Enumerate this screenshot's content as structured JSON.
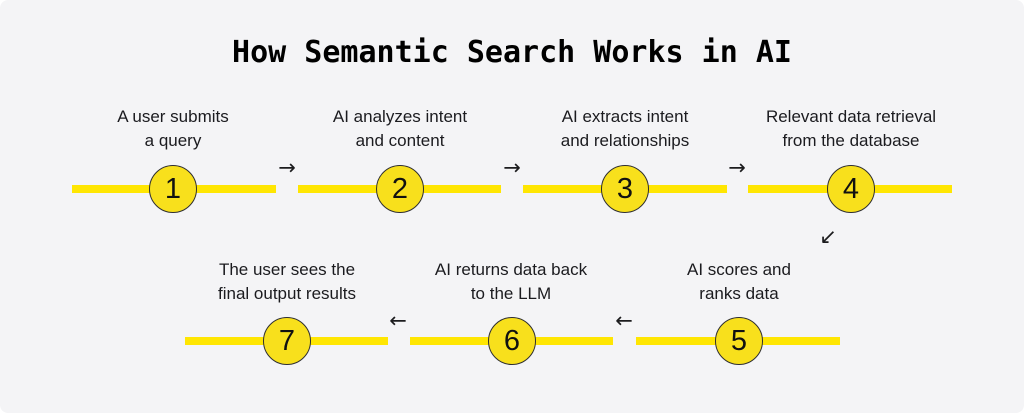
{
  "title": "How Semantic Search Works in AI",
  "colors": {
    "background": "#f4f4f6",
    "line_yellow": "#ffe602",
    "circle_yellow": "#f8e01c",
    "circle_border": "#2e2e30",
    "text": "#1b1b1f",
    "title_text": "#000000"
  },
  "steps": [
    {
      "number": "1",
      "label_line1": "A user submits",
      "label_line2": "a query"
    },
    {
      "number": "2",
      "label_line1": "AI analyzes intent",
      "label_line2": "and content"
    },
    {
      "number": "3",
      "label_line1": "AI extracts intent",
      "label_line2": "and relationships"
    },
    {
      "number": "4",
      "label_line1": "Relevant data retrieval",
      "label_line2": "from the database"
    },
    {
      "number": "5",
      "label_line1": "AI scores and",
      "label_line2": "ranks data"
    },
    {
      "number": "6",
      "label_line1": "AI returns data back",
      "label_line2": "to the LLM"
    },
    {
      "number": "7",
      "label_line1": "The user sees the",
      "label_line2": "final output results"
    }
  ],
  "arrows": {
    "right": "→",
    "left": "←",
    "down_left": "↙"
  }
}
